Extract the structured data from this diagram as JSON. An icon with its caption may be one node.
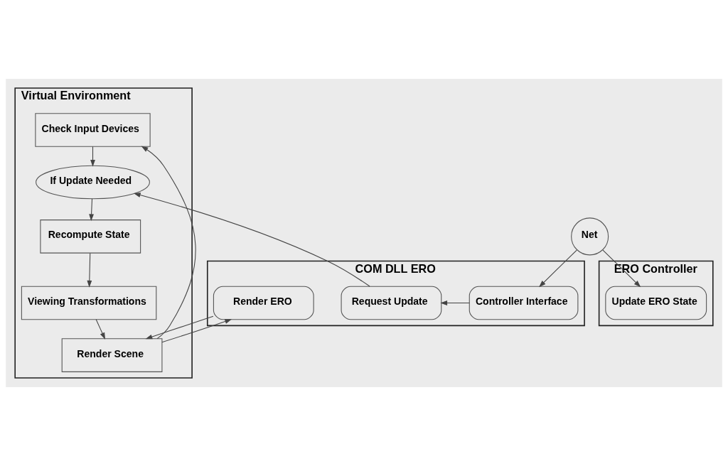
{
  "diagram": {
    "nodes": [
      {
        "text": [
          "Virtual Environment"
        ]
      },
      {
        "text": [
          "Check Input Devices"
        ],
        "in": 0
      },
      {
        "text": [
          "If Update Needed"
        ],
        "in": 0
      },
      {
        "text": [
          "Recompute State"
        ],
        "in": 0
      },
      {
        "text": [
          "Viewing Transformations"
        ],
        "in": 0
      },
      {
        "text": [
          "Render Scene"
        ],
        "in": 0
      },
      {
        "text": [
          "ERO Controller"
        ]
      },
      {
        "text": [
          "Update ERO State"
        ],
        "in": 6
      },
      {
        "text": [
          "Net"
        ]
      },
      {
        "text": [
          "COM DLL ERO"
        ]
      },
      {
        "text": [
          "Request Update"
        ],
        "in": 9
      },
      {
        "text": [
          "Controller Interface"
        ],
        "in": 9
      },
      {
        "text": [
          "Render ERO"
        ],
        "in": 9
      }
    ],
    "edges": [
      {
        "from": 1,
        "to": 2,
        "arrow": "to"
      },
      {
        "from": 2,
        "to": 3,
        "arrow": "to"
      },
      {
        "from": 3,
        "to": 4,
        "arrow": "to"
      },
      {
        "from": 4,
        "to": 5,
        "arrow": "to"
      },
      {
        "from": 5,
        "to": 1,
        "arrow": "to"
      },
      {
        "from": 10,
        "to": 2,
        "arrow": "to"
      },
      {
        "from": 8,
        "to": 7,
        "arrow": "to"
      },
      {
        "from": 8,
        "to": 11,
        "arrow": "to"
      },
      {
        "from": 11,
        "to": 10,
        "arrow": "to"
      },
      {
        "from": 5,
        "to": 12,
        "arrow": "to"
      },
      {
        "from": 12,
        "to": 5,
        "arrow": "to"
      }
    ]
  }
}
